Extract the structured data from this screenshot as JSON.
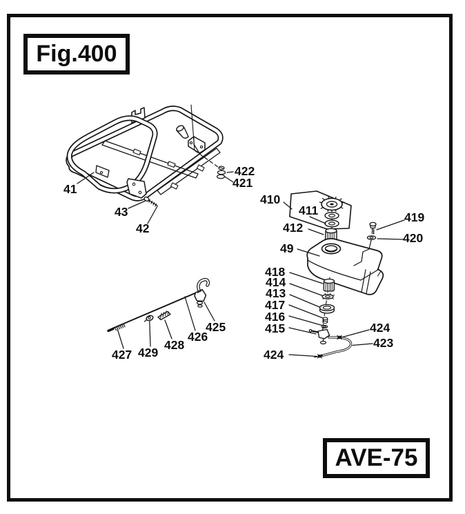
{
  "page": {
    "figure_label": "Fig.400",
    "model_label": "AVE-75"
  },
  "colors": {
    "ink": "#141414",
    "paper": "#ffffff"
  },
  "diagram": {
    "type": "exploded-parts-diagram",
    "assemblies": [
      "frame-assembly",
      "fuel-tank-assembly",
      "throttle-cable-assembly"
    ],
    "part_labels": [
      {
        "text": "41"
      },
      {
        "text": "42"
      },
      {
        "text": "43"
      },
      {
        "text": "49"
      },
      {
        "text": "410"
      },
      {
        "text": "411"
      },
      {
        "text": "412"
      },
      {
        "text": "413"
      },
      {
        "text": "414"
      },
      {
        "text": "415"
      },
      {
        "text": "416"
      },
      {
        "text": "417"
      },
      {
        "text": "418"
      },
      {
        "text": "419"
      },
      {
        "text": "420"
      },
      {
        "text": "421"
      },
      {
        "text": "422"
      },
      {
        "text": "423"
      },
      {
        "text": "424"
      },
      {
        "text": "424"
      },
      {
        "text": "425"
      },
      {
        "text": "426"
      },
      {
        "text": "427"
      },
      {
        "text": "428"
      },
      {
        "text": "429"
      }
    ]
  }
}
